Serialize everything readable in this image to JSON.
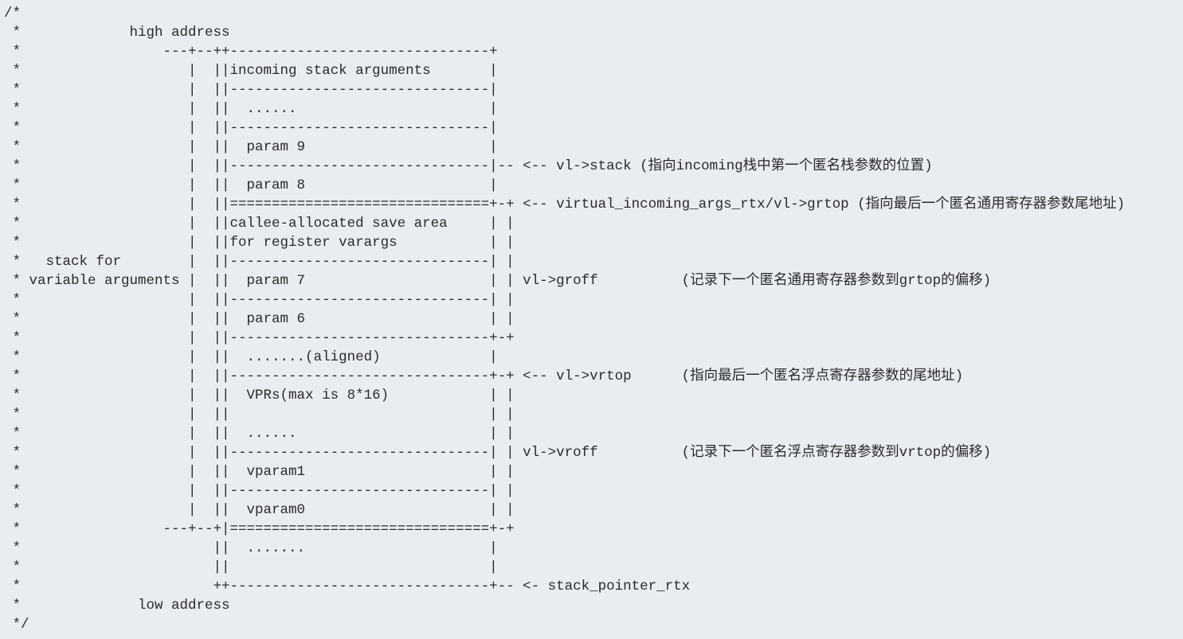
{
  "lines": [
    "/*",
    " *             high address",
    " *                 ---+--++-------------------------------+",
    " *                    |  ||incoming stack arguments       |",
    " *                    |  ||-------------------------------|",
    " *                    |  ||  ......                       |",
    " *                    |  ||-------------------------------|",
    " *                    |  ||  param 9                      |",
    " *                    |  ||-------------------------------|-- <-- vl->stack (指向incoming栈中第一个匿名栈参数的位置)",
    " *                    |  ||  param 8                      |",
    " *                    |  ||===============================+-+ <-- virtual_incoming_args_rtx/vl->grtop (指向最后一个匿名通用寄存器参数尾地址)",
    " *                    |  ||callee-allocated save area     | |",
    " *                    |  ||for register varargs           | |",
    " *   stack for        |  ||-------------------------------| |",
    " * variable arguments |  ||  param 7                      | | vl->groff          (记录下一个匿名通用寄存器参数到grtop的偏移)",
    " *                    |  ||-------------------------------| |",
    " *                    |  ||  param 6                      | |",
    " *                    |  ||-------------------------------+-+",
    " *                    |  ||  .......(aligned)             |",
    " *                    |  ||-------------------------------+-+ <-- vl->vrtop      (指向最后一个匿名浮点寄存器参数的尾地址)",
    " *                    |  ||  VPRs(max is 8*16)            | |",
    " *                    |  ||                               | |",
    " *                    |  ||  ......                       | |",
    " *                    |  ||-------------------------------| | vl->vroff          (记录下一个匿名浮点寄存器参数到vrtop的偏移)",
    " *                    |  ||  vparam1                      | |",
    " *                    |  ||-------------------------------| |",
    " *                    |  ||  vparam0                      | |",
    " *                 ---+--+|===============================+-+",
    " *                       ||  .......                      |",
    " *                       ||                               |",
    " *                       ++-------------------------------+-- <- stack_pointer_rtx",
    " *              low address",
    " */"
  ]
}
